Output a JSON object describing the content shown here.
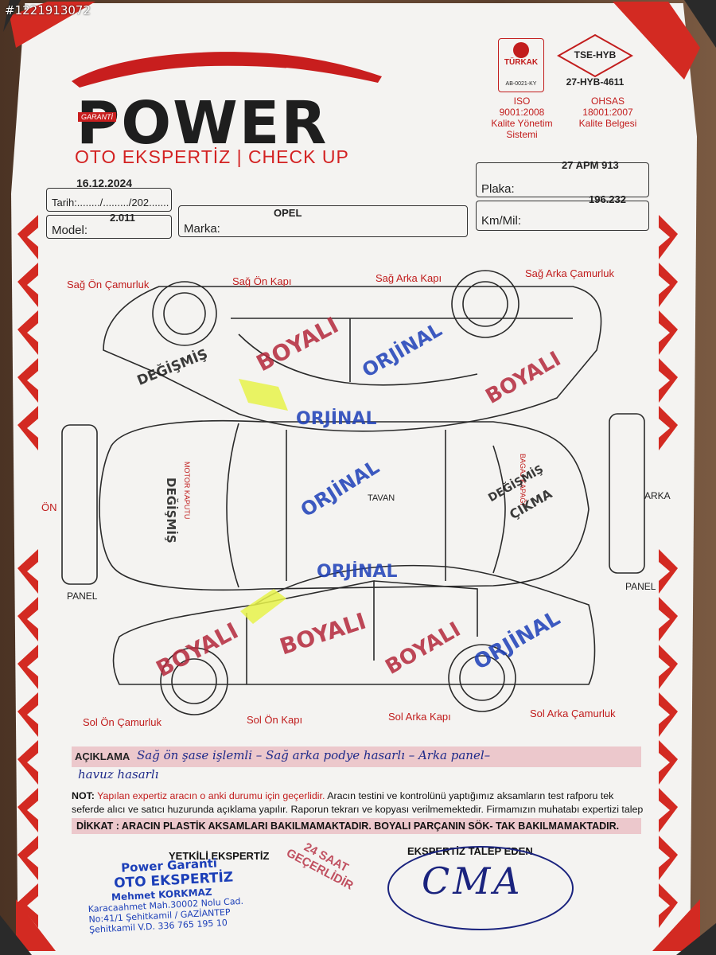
{
  "watermark_id": "#1221913072",
  "brand": {
    "name": "POWER",
    "tag": "GARANTİ",
    "subtitle": "OTO EKSPERTİZ | CHECK UP"
  },
  "certs": {
    "turkak": "TÜRKAK",
    "turkak_small": "AB-0021-KY",
    "iso_title": "ISO",
    "iso_code": "9001:2008",
    "iso_desc1": "Kalite Yönetim",
    "iso_desc2": "Sistemi",
    "tse": "TSE-HYB",
    "tse_code": "27-HYB-4611",
    "ohsas_title": "OHSAS",
    "ohsas_code": "18001:2007",
    "ohsas_desc": "Kalite Belgesi"
  },
  "form": {
    "date_label": "Tarih:......../........./202.......",
    "date_value": "16.12.2024",
    "model_label": "Model:",
    "model_value": "2.011",
    "marka_label": "Marka:",
    "marka_value": "OPEL",
    "plaka_label": "Plaka:",
    "plaka_value": "27 APM 913",
    "km_label": "Km/Mil:",
    "km_value": "196.232"
  },
  "parts": {
    "sag_on_camurluk": "Sağ Ön Çamurluk",
    "sag_on_kapi": "Sağ Ön Kapı",
    "sag_arka_kapi": "Sağ Arka Kapı",
    "sag_arka_camurluk": "Sağ Arka Çamurluk",
    "on": "ÖN",
    "panel_left": "PANEL",
    "tavan": "TAVAN",
    "arka": "ARKA",
    "panel_right": "PANEL",
    "motor_kaputu": "MOTOR KAPUTU",
    "bagaj_kapagi": "BAGAJ KAPAĞI",
    "sol_on_camurluk": "Sol Ön Çamurluk",
    "sol_on_kapi": "Sol Ön Kapı",
    "sol_arka_kapi": "Sol Arka Kapı",
    "sol_arka_camurluk": "Sol Arka Çamurluk"
  },
  "stamps": {
    "boyali": "BOYALI",
    "orjinal": "ORJİNAL",
    "degismis": "DEĞİŞMİŞ",
    "cikma": "ÇIKMA"
  },
  "aciklama": {
    "label": "AÇIKLAMA",
    "line1": "Sağ ön şase işlemli – Sağ arka podye hasarlı – Arka panel–",
    "line2": "havuz hasarlı"
  },
  "note": {
    "not_label": "NOT:",
    "not_red": "Yapılan expertiz aracın o anki durumu için geçerlidir.",
    "body": "Aracın testini ve kontrolünü yaptığımız aksamların test rafporu tek seferde alıcı ve satıcı huzurunda açıklama yapılır. Raporun tekrarı ve kopyası verilmemektedir. Firmamızın muhatabı expertizi talep eden kişidir. Daha sonra çıkacak sorunlardan firmamız sorumlu değildir. Yapılan expertiz sadece bilgi amaçlıdır.",
    "dikkat": "DİKKAT : ARACIN PLASTİK AKSAMLARI BAKILMAMAKTADIR. BOYALI PARÇANIN SÖK- TAK BAKILMAMAKTADIR."
  },
  "footer": {
    "yetkili": "YETKİLİ EKSPERTİZ",
    "talep": "EKSPERTİZ TALEP EDEN",
    "stamp_l1": "Power Garanti",
    "stamp_l2": "OTO EKSPERTİZ",
    "stamp_l3": "Mehmet KORKMAZ",
    "stamp_l4": "Karacaahmet Mah.30002 Nolu Cad.",
    "stamp_l5": "No:41/1 Şehitkamil / GAZİANTEP",
    "stamp_l6": "Şehitkamil V.D. 336 765 195 10",
    "validity": "24 SAAT GEÇERLİDİR",
    "signature": "CMA"
  },
  "colors": {
    "brand_red": "#c81e1e",
    "stamp_red": "#b4283c",
    "stamp_blue": "#1c3fb8",
    "highlight": "#e6f24a"
  }
}
